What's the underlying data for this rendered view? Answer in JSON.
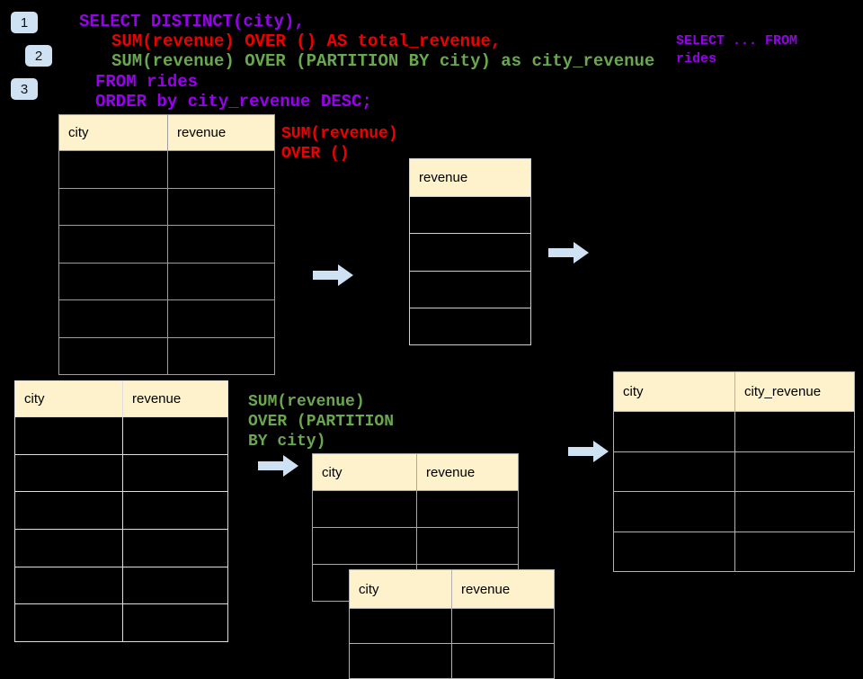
{
  "colors": {
    "code-purple": "#9900ee",
    "code-red": "#ee0000",
    "code-green": "#6aa84f",
    "table-header-bg": "#fdf2cc",
    "accent-blue": "#cfe2f3",
    "background": "#000000"
  },
  "step_badges": [
    "1",
    "2",
    "3"
  ],
  "sql": {
    "line1": "SELECT DISTINCT(city),",
    "line2": "SUM(revenue) OVER () AS total_revenue,",
    "line3": "SUM(revenue) OVER (PARTITION BY city) as city_revenue",
    "line4": "FROM rides",
    "line5": "ORDER by city_revenue DESC;"
  },
  "side_note": {
    "line1": "SELECT ... FROM",
    "line2": "rides"
  },
  "annotation_total": {
    "line1": "SUM(revenue)",
    "line2": "OVER ()"
  },
  "annotation_partition": {
    "line1": "SUM(revenue)",
    "line2": "OVER (PARTITION",
    "line3": "BY city)"
  },
  "tables": {
    "source_rides": {
      "columns": [
        "city",
        "revenue"
      ],
      "empty_rows": 6
    },
    "total_revenue_result": {
      "columns": [
        "revenue"
      ],
      "empty_rows": 4
    },
    "source_rides_2": {
      "columns": [
        "city",
        "revenue"
      ],
      "empty_rows": 6
    },
    "partition_mid": {
      "columns": [
        "city",
        "revenue"
      ],
      "empty_rows": 3
    },
    "partition_front": {
      "columns": [
        "city",
        "revenue"
      ],
      "empty_rows": 2
    },
    "city_revenue_result": {
      "columns": [
        "city",
        "city_revenue"
      ],
      "empty_rows": 4
    }
  }
}
